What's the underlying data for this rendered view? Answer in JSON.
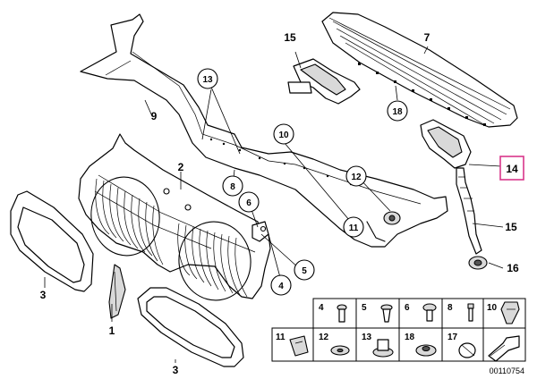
{
  "callouts": {
    "n1": "1",
    "n2": "2",
    "n3a": "3",
    "n3b": "3",
    "n4": "4",
    "n5": "5",
    "n6": "6",
    "n7": "7",
    "n8": "8",
    "n9": "9",
    "n10": "10",
    "n11": "11",
    "n12": "12",
    "n13": "13",
    "n14": "14",
    "n15a": "15",
    "n15b": "15",
    "n16": "16",
    "n18": "18"
  },
  "highlighted_callout": "14",
  "highlight_color": "#d9368a",
  "hardware_legend": {
    "row1": [
      "4",
      "5",
      "6",
      "8",
      "10"
    ],
    "row2": [
      "11",
      "12",
      "13",
      "18",
      "17"
    ]
  },
  "diagram_id": "00110754"
}
